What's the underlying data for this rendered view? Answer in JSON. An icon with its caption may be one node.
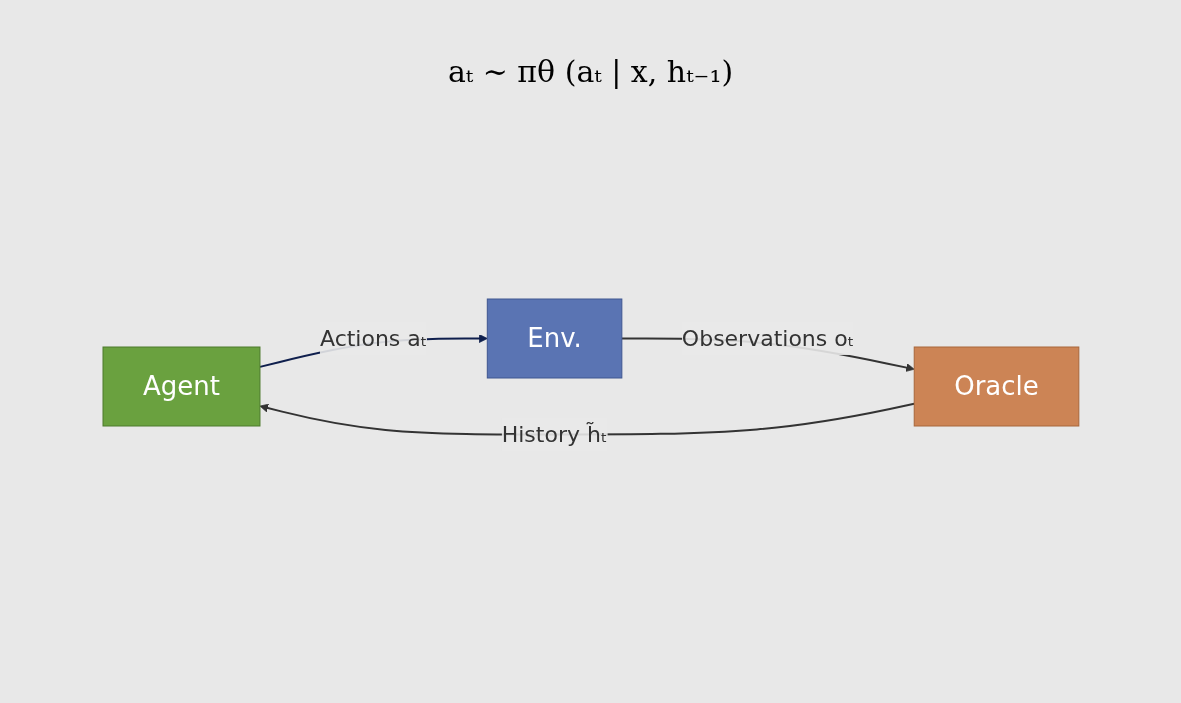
{
  "diagram": {
    "nodes": [
      {
        "text": [
          "Agent"
        ]
      },
      {
        "text": [
          "Env."
        ]
      },
      {
        "text": [
          "Oracle"
        ]
      }
    ],
    "edges": [
      {
        "from": 0,
        "to": 1,
        "arrow": "to",
        "label": "Actions aₜ",
        "color": "#0f1f4d"
      },
      {
        "from": 1,
        "to": 2,
        "arrow": "to",
        "label": "Observations oₜ"
      },
      {
        "from": 2,
        "to": 0,
        "arrow": "to",
        "label": "History h̃ₜ"
      }
    ],
    "labels": [
      "aₜ ∼ πθ (aₜ | x, hₜ₋₁)"
    ]
  }
}
